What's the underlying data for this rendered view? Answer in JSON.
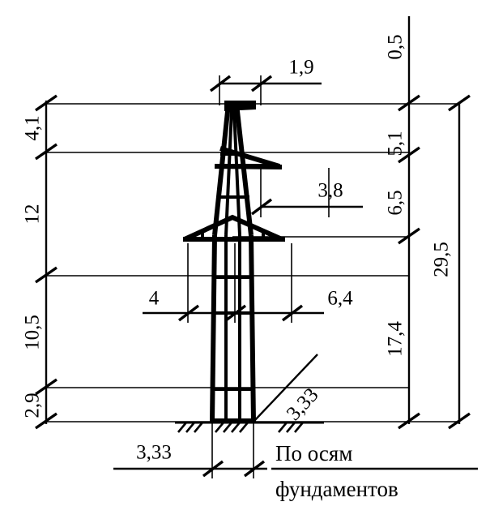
{
  "drawing": {
    "title_text_line1": "По осям",
    "title_text_line2": "фундаментов",
    "units_note": "",
    "subject": "tower-elevation"
  },
  "dimensions": {
    "left_chain": [
      {
        "id": "left-4-1",
        "label": "4,1",
        "orientation": "vertical"
      },
      {
        "id": "left-12",
        "label": "12",
        "orientation": "vertical"
      },
      {
        "id": "left-10-5",
        "label": "10,5",
        "orientation": "vertical"
      },
      {
        "id": "left-2-9",
        "label": "2,9",
        "orientation": "vertical"
      }
    ],
    "right_chain": [
      {
        "id": "right-0-5",
        "label": "0,5",
        "orientation": "vertical"
      },
      {
        "id": "right-5-1",
        "label": "5,1",
        "orientation": "vertical"
      },
      {
        "id": "right-6-5",
        "label": "6,5",
        "orientation": "vertical"
      },
      {
        "id": "right-17-4",
        "label": "17,4",
        "orientation": "vertical"
      }
    ],
    "overall_right": {
      "id": "right-29-5",
      "label": "29,5",
      "orientation": "vertical"
    },
    "top": {
      "id": "top-1-9",
      "label": "1,9",
      "orientation": "horizontal"
    },
    "upper_arm": {
      "id": "arm-3-8",
      "label": "3,8",
      "orientation": "horizontal"
    },
    "mid_left": {
      "id": "mid-4",
      "label": "4",
      "orientation": "horizontal"
    },
    "mid_right": {
      "id": "mid-6-4",
      "label": "6,4",
      "orientation": "horizontal"
    },
    "base_bottom": {
      "id": "base-3-33",
      "label": "3,33",
      "orientation": "horizontal"
    },
    "base_diagonal": {
      "id": "diag-3-33",
      "label": "3,33",
      "orientation": "diagonal"
    }
  },
  "colors": {
    "ink": "#000000",
    "paper": "#ffffff"
  }
}
